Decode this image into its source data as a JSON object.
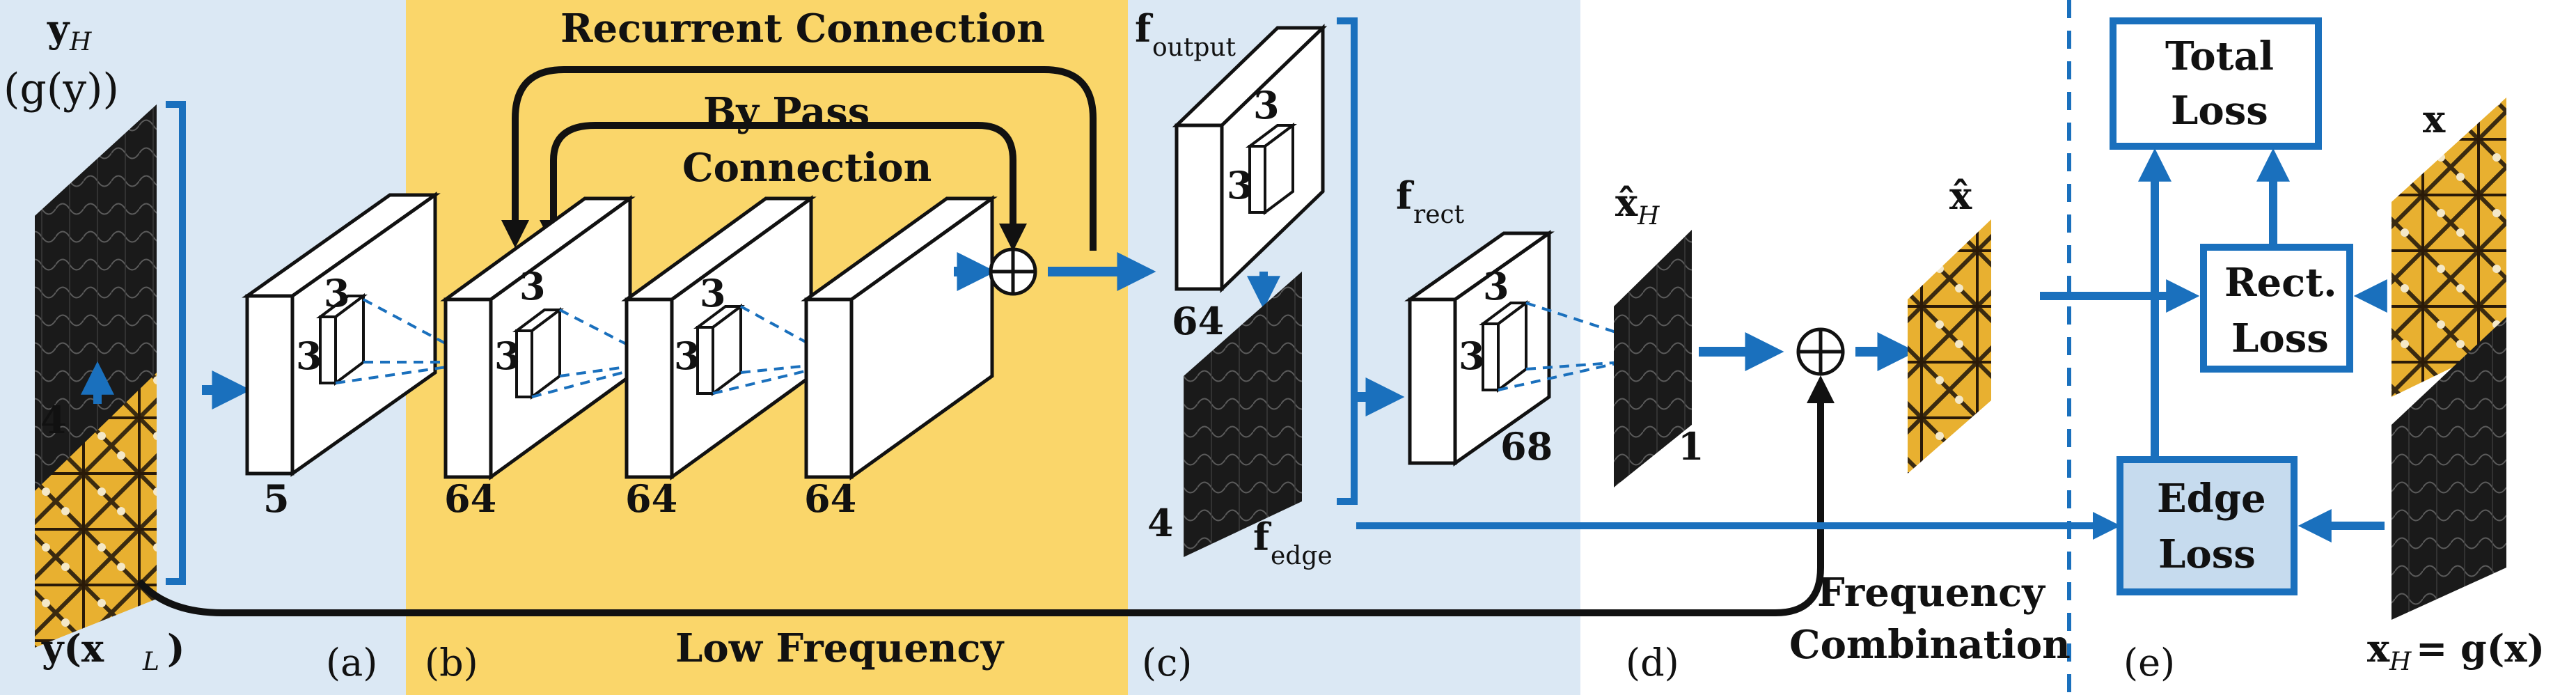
{
  "colors": {
    "light_blue_bg": "#dbe8f4",
    "orange_bg": "#fad66a",
    "accent_blue": "#1a70bd",
    "edge_loss_fill": "#c6dbee",
    "black": "#111111"
  },
  "panels": {
    "a": "(a)",
    "b": "(b)",
    "c": "(c)",
    "d": "(d)",
    "e": "(e)"
  },
  "headings": {
    "recurrent": "Recurrent Connection",
    "bypass_line1": "By Pass",
    "bypass_line2": "Connection",
    "low_frequency": "Low Frequency",
    "freq_comb_line1": "Frequency",
    "freq_comb_line2": "Combination"
  },
  "variables": {
    "yH_main": "y",
    "yH_sub": "H",
    "gy": "(g(y))",
    "y_xL": "y(x",
    "y_xL_sub": "L",
    "y_xL_close": ")",
    "f_output_main": "f",
    "f_output_sub": "output",
    "f_rect_main": "f",
    "f_rect_sub": "rect",
    "f_edge_main": "f",
    "f_edge_sub": "edge",
    "xhatH_main": "x̂",
    "xhatH_sub": "H",
    "xhat": "x̂",
    "x": "x",
    "xH_eq_main": "x",
    "xH_eq_sub": "H",
    "xH_eq_rest": "= g(x)"
  },
  "channels": {
    "input_edge": "4",
    "a_block": "5",
    "b1": "64",
    "b2": "64",
    "b3": "64",
    "output": "64",
    "edge_out": "4",
    "rect": "68",
    "xhatH": "1"
  },
  "kernel": {
    "h": "3",
    "w": "3"
  },
  "losses": {
    "total_line1": "Total",
    "total_line2": "Loss",
    "rect_line1": "Rect.",
    "rect_line2": "Loss",
    "edge_line1": "Edge",
    "edge_line2": "Loss"
  }
}
